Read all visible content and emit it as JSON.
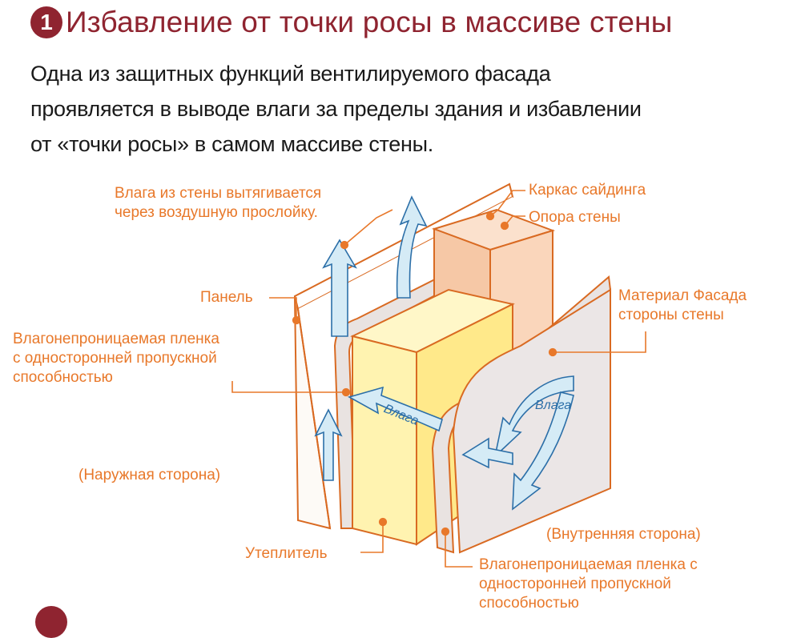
{
  "section": {
    "number": "1",
    "title": "Избавление от точки росы в массиве стены",
    "intro_lines": [
      "Одна из защитных функций вентилируемого фасада",
      "проявляется в выводе влаги за пределы здания и избавлении",
      "от «точки росы» в самом массиве стены."
    ]
  },
  "labels": {
    "moisture_out": [
      "Влага из стены вытягивается",
      "через воздушную прослойку."
    ],
    "siding_frame": "Каркас сайдинга",
    "wall_support": "Опора стены",
    "panel": "Панель",
    "membrane_left": [
      "Влагонепроницаемая пленка",
      "с односторонней пропускной",
      "способностью"
    ],
    "facade_material": [
      "Материал Фасада",
      "стороны стены"
    ],
    "outer_side": "(Наружная сторона)",
    "inner_side": "(Внутренняя сторона)",
    "insulation": "Утеплитель",
    "membrane_bottom": [
      "Влагонепроницаемая пленка с",
      "односторонней пропускной",
      "способностью"
    ],
    "moisture_center": "Влага",
    "moisture_right": "Влага"
  },
  "colors": {
    "title": "#8f2430",
    "label": "#e8782a",
    "arrow_fill": "#d5ebf6",
    "arrow_stroke": "#2c6fa8",
    "insulation": "#fff3b0",
    "support": "#f6c8a6"
  }
}
